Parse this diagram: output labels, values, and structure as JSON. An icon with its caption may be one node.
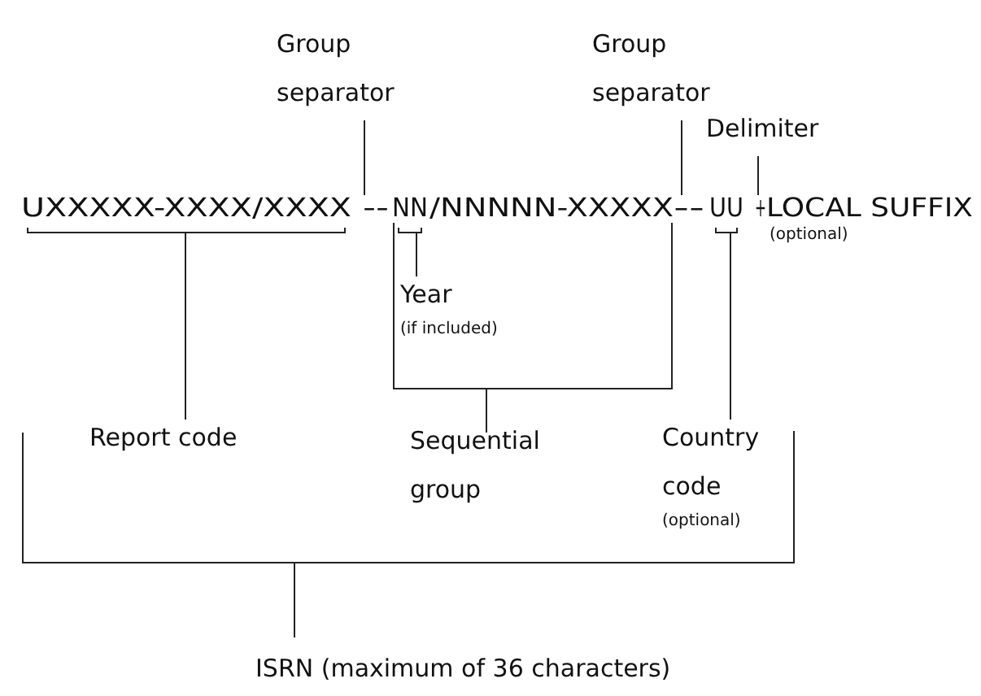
{
  "diagram": {
    "nodes": [
      {
        "text": [
          "Group separator"
        ]
      },
      {
        "text": [
          "Group separator"
        ]
      },
      {
        "text": [
          "Delimiter"
        ]
      },
      {
        "text": [
          "UXXXXX-XXXX/XXXX"
        ]
      },
      {
        "text": [
          "--"
        ]
      },
      {
        "text": [
          "NN"
        ]
      },
      {
        "text": [
          "/NNNNN-XXXXX"
        ]
      },
      {
        "text": [
          "--"
        ]
      },
      {
        "text": [
          "UU"
        ]
      },
      {
        "text": [
          "+"
        ]
      },
      {
        "text": [
          "LOCAL SUFFIX"
        ],
        "beside": [
          "(optional)"
        ]
      },
      {
        "text": [
          "Year",
          "(if included)"
        ]
      },
      {
        "text": [
          "Report code"
        ]
      },
      {
        "text": [
          "Sequential group"
        ]
      },
      {
        "text": [
          "Country code",
          "(optional)"
        ]
      },
      {
        "text": [
          "ISRN (maximum of 36 characters)"
        ]
      }
    ],
    "edges": [
      {
        "from": 0,
        "to": 4,
        "arrow": "none"
      },
      {
        "from": 1,
        "to": 7,
        "arrow": "none"
      },
      {
        "from": 2,
        "to": 9,
        "arrow": "none"
      },
      {
        "from": 11,
        "to": 5,
        "arrow": "none"
      },
      {
        "from": 12,
        "to": 3,
        "arrow": "none"
      },
      {
        "from": 13,
        "to": 5,
        "arrow": "none"
      },
      {
        "from": 13,
        "to": 6,
        "arrow": "none"
      },
      {
        "from": 14,
        "to": 8,
        "arrow": "none"
      }
    ]
  }
}
